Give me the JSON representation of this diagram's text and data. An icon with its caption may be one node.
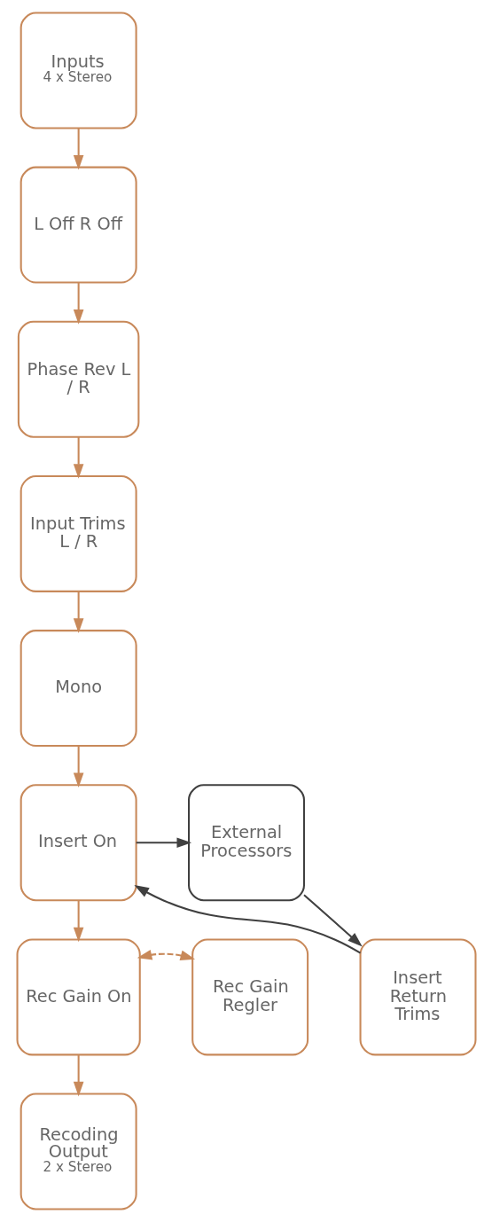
{
  "diagram": {
    "nodes": [
      {
        "text": [
          "Inputs",
          "4 x Stereo"
        ]
      },
      {
        "text": [
          "L Off R Off"
        ]
      },
      {
        "text": [
          "Phase Rev L / R"
        ]
      },
      {
        "text": [
          "Input Trims L / R"
        ]
      },
      {
        "text": [
          "Mono"
        ]
      },
      {
        "text": [
          "Insert On"
        ]
      },
      {
        "text": [
          "External Processors"
        ]
      },
      {
        "text": [
          "Insert Return Trims"
        ]
      },
      {
        "text": [
          "Rec Gain Regler"
        ]
      },
      {
        "text": [
          "Rec Gain On"
        ]
      },
      {
        "text": [
          "Recoding Output",
          "2 x Stereo"
        ]
      }
    ],
    "edges": [
      {
        "from": 0,
        "to": 1,
        "arrow": "to"
      },
      {
        "from": 1,
        "to": 2,
        "arrow": "to"
      },
      {
        "from": 2,
        "to": 3,
        "arrow": "to"
      },
      {
        "from": 3,
        "to": 4,
        "arrow": "to"
      },
      {
        "from": 4,
        "to": 5,
        "arrow": "to"
      },
      {
        "from": 5,
        "to": 6,
        "arrow": "to",
        "color": "#404040"
      },
      {
        "from": 6,
        "to": 7,
        "arrow": "to",
        "color": "#404040"
      },
      {
        "from": 7,
        "to": 5,
        "arrow": "to",
        "color": "#404040"
      },
      {
        "from": 8,
        "to": 9,
        "arrow": "both",
        "style": "dashed"
      },
      {
        "from": 5,
        "to": 9,
        "arrow": "to"
      },
      {
        "from": 9,
        "to": 10,
        "arrow": "to"
      }
    ]
  }
}
